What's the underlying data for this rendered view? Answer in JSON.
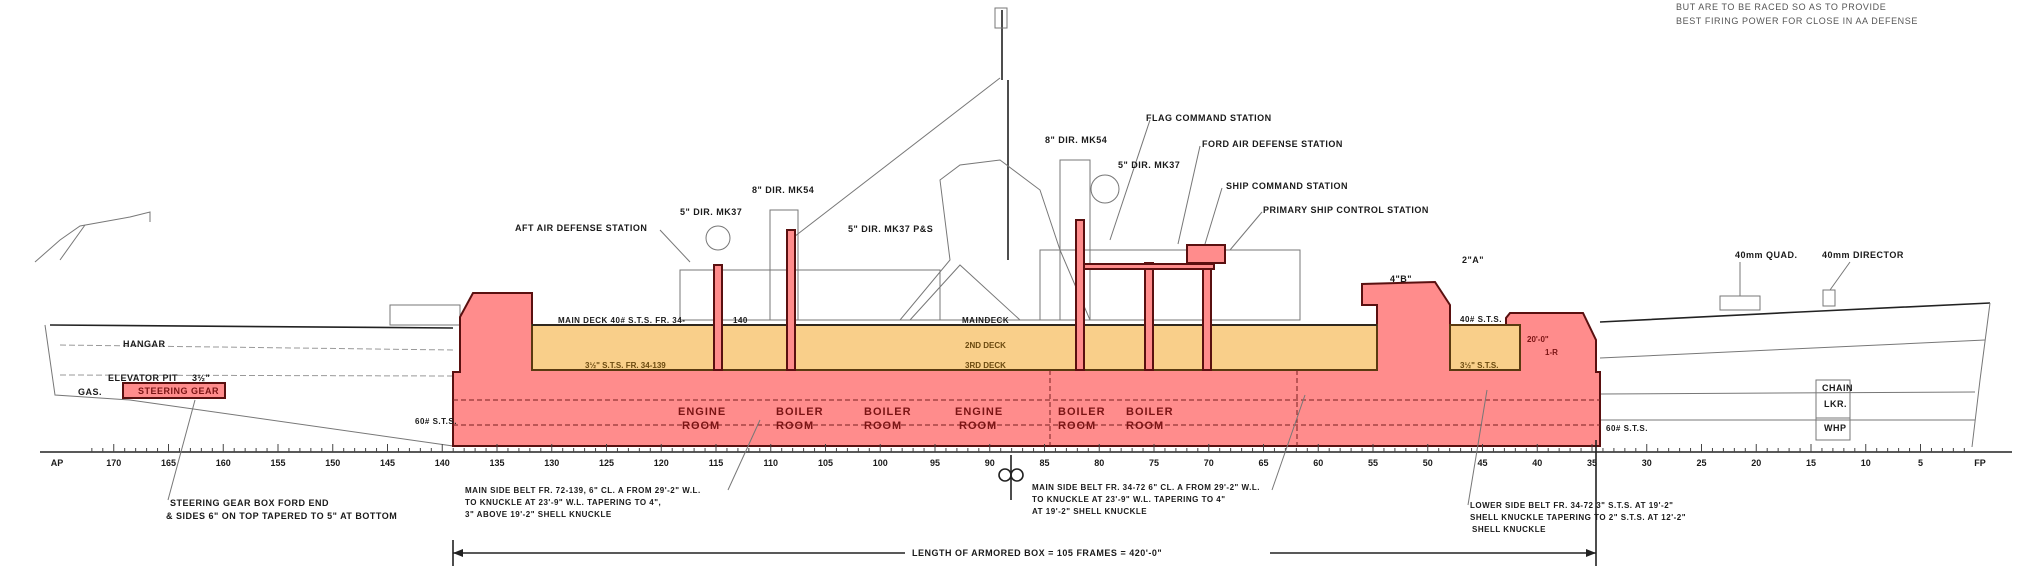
{
  "title_note": [
    "BUT ARE TO BE RACED SO AS TO PROVIDE",
    "BEST FIRING POWER FOR CLOSE IN AA DEFENSE"
  ],
  "stations": {
    "flag_command": "FLAG COMMAND STATION",
    "ford_air_defense": "FORD AIR DEFENSE STATION",
    "ship_command": "SHIP COMMAND STATION",
    "primary_ship_control": "PRIMARY SHIP CONTROL STATION",
    "aft_air_defense": "AFT AIR DEFENSE STATION"
  },
  "directors": {
    "fwd_mk54": "8\" DIR. MK54",
    "fwd_mk37": "5\" DIR. MK37",
    "aft_mk54": "8\" DIR. MK54",
    "aft_mk37": "5\" DIR. MK37",
    "mk37_ps": "5\" DIR. MK37 P&S",
    "quad_40mm": "40mm QUAD.",
    "director_40mm": "40mm DIRECTOR"
  },
  "compartments": {
    "hangar": "HANGAR",
    "elevator_pit": "ELEVATOR PIT",
    "elevator_pit_armor": "3½\"",
    "gas": "GAS.",
    "steering_gear": "STEERING GEAR",
    "chain_1": "CHAIN",
    "chain_2": "LKR.",
    "whp": "WHP",
    "rooms": [
      [
        "ENGINE",
        "ROOM"
      ],
      [
        "BOILER",
        "ROOM"
      ],
      [
        "BOILER",
        "ROOM"
      ],
      [
        "ENGINE",
        "ROOM"
      ],
      [
        "BOILER",
        "ROOM"
      ],
      [
        "BOILER",
        "ROOM"
      ]
    ]
  },
  "decks": {
    "main_deck_aft": "MAIN DECK 40# S.T.S. FR. 34-",
    "main_deck_mid": "MAINDECK",
    "second_deck": "2ND DECK",
    "third_deck": "3RD DECK",
    "third_deck_armor": "3½\" S.T.S. FR. 34-139",
    "fwd_deck_armor": "40# S.T.S.",
    "fwd_lower_armor": "3½\" S.T.S.",
    "bottom_fwd": "60# S.T.S.",
    "bottom_aft": "60# S.T.S.",
    "turret_a": "2\"A\"",
    "turret_b": "4\"B\"",
    "bulkhead_span": "20'-0\"",
    "bulkhead_tag": "1-R",
    "frame_label": "140"
  },
  "notes": {
    "steering_box": [
      "STEERING GEAR BOX FORD END",
      "& SIDES 6\" ON TOP TAPERED TO 5\" AT BOTTOM"
    ],
    "main_belt_aft": [
      "MAIN SIDE BELT FR. 72-139, 6\" CL. A FROM 29'-2\" W.L.",
      "TO KNUCKLE AT 23'-9\" W.L. TAPERING TO 4\",",
      "3\" ABOVE 19'-2\" SHELL KNUCKLE"
    ],
    "main_belt_fwd": [
      "MAIN SIDE BELT FR. 34-72 6\" CL. A FROM 29'-2\" W.L.",
      "TO KNUCKLE AT 23'-9\" W.L. TAPERING TO 4\"",
      "AT 19'-2\" SHELL KNUCKLE"
    ],
    "lower_belt": [
      "LOWER SIDE BELT FR. 34-72 3\" S.T.S. AT 19'-2\"",
      "SHELL KNUCKLE TAPERING TO 2\" S.T.S. AT 12'-2\"",
      "SHELL KNUCKLE"
    ],
    "armored_box_length": "LENGTH OF ARMORED BOX = 105 FRAMES = 420'-0\""
  },
  "frames": [
    "AP",
    "170",
    "165",
    "160",
    "155",
    "150",
    "145",
    "140",
    "135",
    "130",
    "125",
    "120",
    "115",
    "110",
    "105",
    "100",
    "95",
    "90",
    "85",
    "80",
    "75",
    "70",
    "65",
    "60",
    "55",
    "50",
    "45",
    "40",
    "35",
    "30",
    "25",
    "20",
    "15",
    "10",
    "5",
    "FP"
  ],
  "colors": {
    "armor_red": "#ff8c8c",
    "deck_armor_orange": "#f9cf8a",
    "outline": "#5a1010"
  }
}
